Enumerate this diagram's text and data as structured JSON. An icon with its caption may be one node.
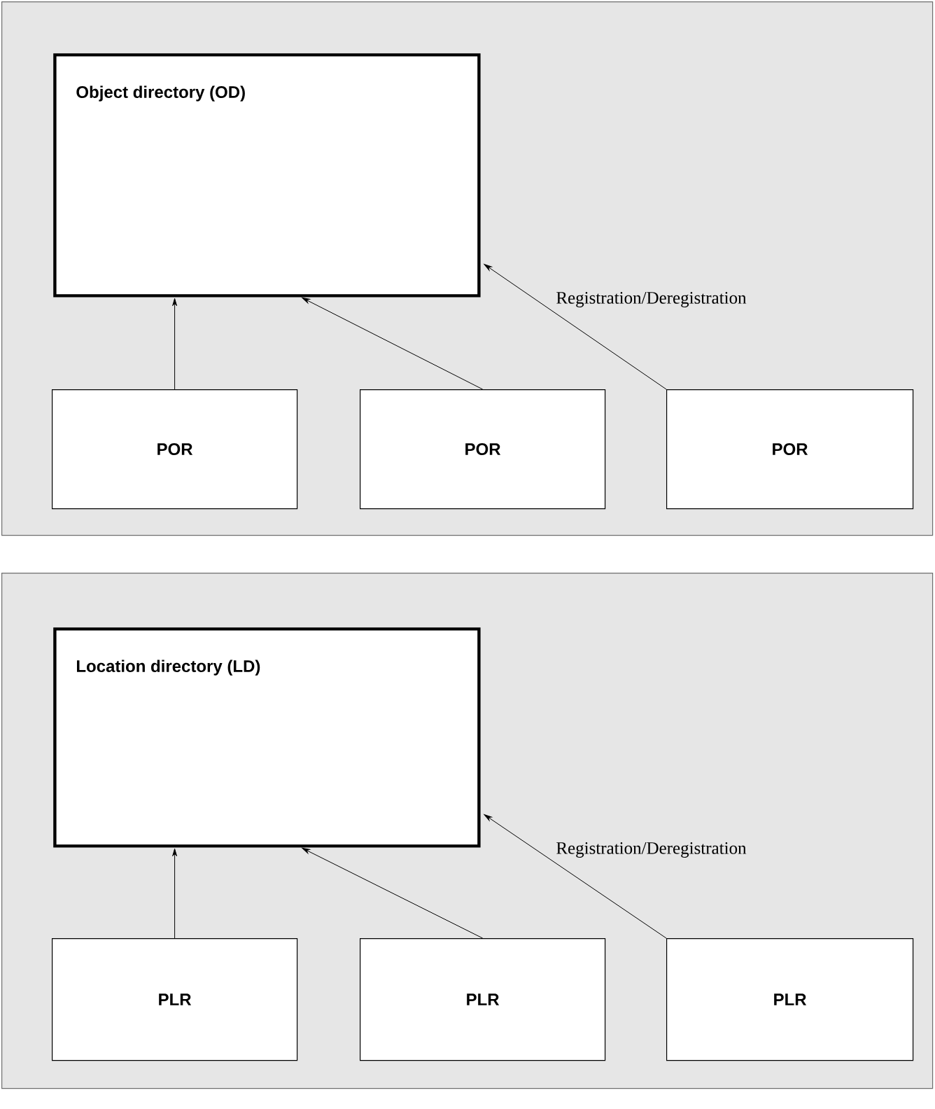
{
  "diagram": {
    "nodes": [
      {
        "text": [],
        "shape": "box"
      },
      {
        "text": [
          "Object directory (OD)"
        ],
        "in": 0
      },
      {
        "text": [
          "POR"
        ],
        "in": 0
      },
      {
        "text": [
          "POR"
        ],
        "in": 0
      },
      {
        "text": [
          "POR"
        ],
        "in": 0
      },
      {
        "text": [],
        "shape": "box"
      },
      {
        "text": [
          "Location directory (LD)"
        ],
        "in": 5
      },
      {
        "text": [
          "PLR"
        ],
        "in": 5
      },
      {
        "text": [
          "PLR"
        ],
        "in": 5
      },
      {
        "text": [
          "PLR"
        ],
        "in": 5
      }
    ],
    "edges": [
      {
        "from": 2,
        "to": 1,
        "arrow": "to"
      },
      {
        "from": 3,
        "to": 1,
        "arrow": "to"
      },
      {
        "from": 4,
        "to": 1,
        "arrow": "to",
        "label": "Registration/Deregistration"
      },
      {
        "from": 7,
        "to": 6,
        "arrow": "to"
      },
      {
        "from": 8,
        "to": 6,
        "arrow": "to"
      },
      {
        "from": 9,
        "to": 6,
        "arrow": "to",
        "label": "Registration/Deregistration"
      }
    ]
  }
}
